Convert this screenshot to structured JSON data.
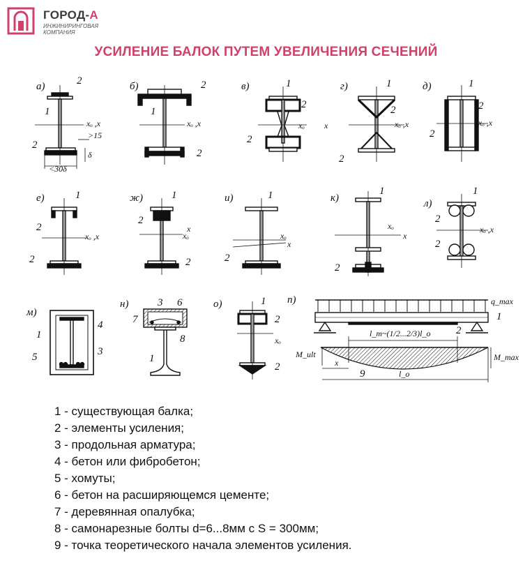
{
  "logo": {
    "brand": "ГОРОД-",
    "brand_accent": "А",
    "subtitle_line1": "ИНЖИНИРИНГОВАЯ",
    "subtitle_line2": "КОМПАНИЯ"
  },
  "title": "УСИЛЕНИЕ БАЛОК ПУТЕМ УВЕЛИЧЕНИЯ СЕЧЕНИЙ",
  "colors": {
    "accent": "#d1406b",
    "ink": "#111111"
  },
  "panels": {
    "a": "а)",
    "b": "б)",
    "v": "в)",
    "g": "г)",
    "d": "д)",
    "e": "е)",
    "zh": "ж)",
    "i": "и)",
    "k": "к)",
    "l": "л)",
    "m": "м)",
    "n": "н)",
    "o": "о)",
    "p": "п)"
  },
  "axis": {
    "xo_x": "xₒ ,x",
    "x": "x",
    "xo": "xₒ"
  },
  "numbers": {
    "n1": "1",
    "n2": "2",
    "n3": "3",
    "n4": "4",
    "n5": "5",
    "n6": "6",
    "n7": "7",
    "n8": "8",
    "n9": "9"
  },
  "dims": {
    "gt15": ">15",
    "lt30": "<30δ",
    "delta": "δ"
  },
  "beam": {
    "q": "q_max",
    "lm": "l_m~(1/2...2/3)l_o",
    "mult": "M_ult",
    "mmax": "M_max",
    "x": "x",
    "lo": "l_o"
  },
  "legend": [
    "1 - существующая балка;",
    "2 - элементы усиления;",
    "3 - продольная арматура;",
    "4 - бетон или фибробетон;",
    "5 - хомуты;",
    "6 - бетон на расширяющемся цементе;",
    "7 - деревянная опалубка;",
    "8 - самонарезные болты d=6...8мм с S = 300мм;",
    "9 - точка теоретического начала элементов усиления."
  ]
}
